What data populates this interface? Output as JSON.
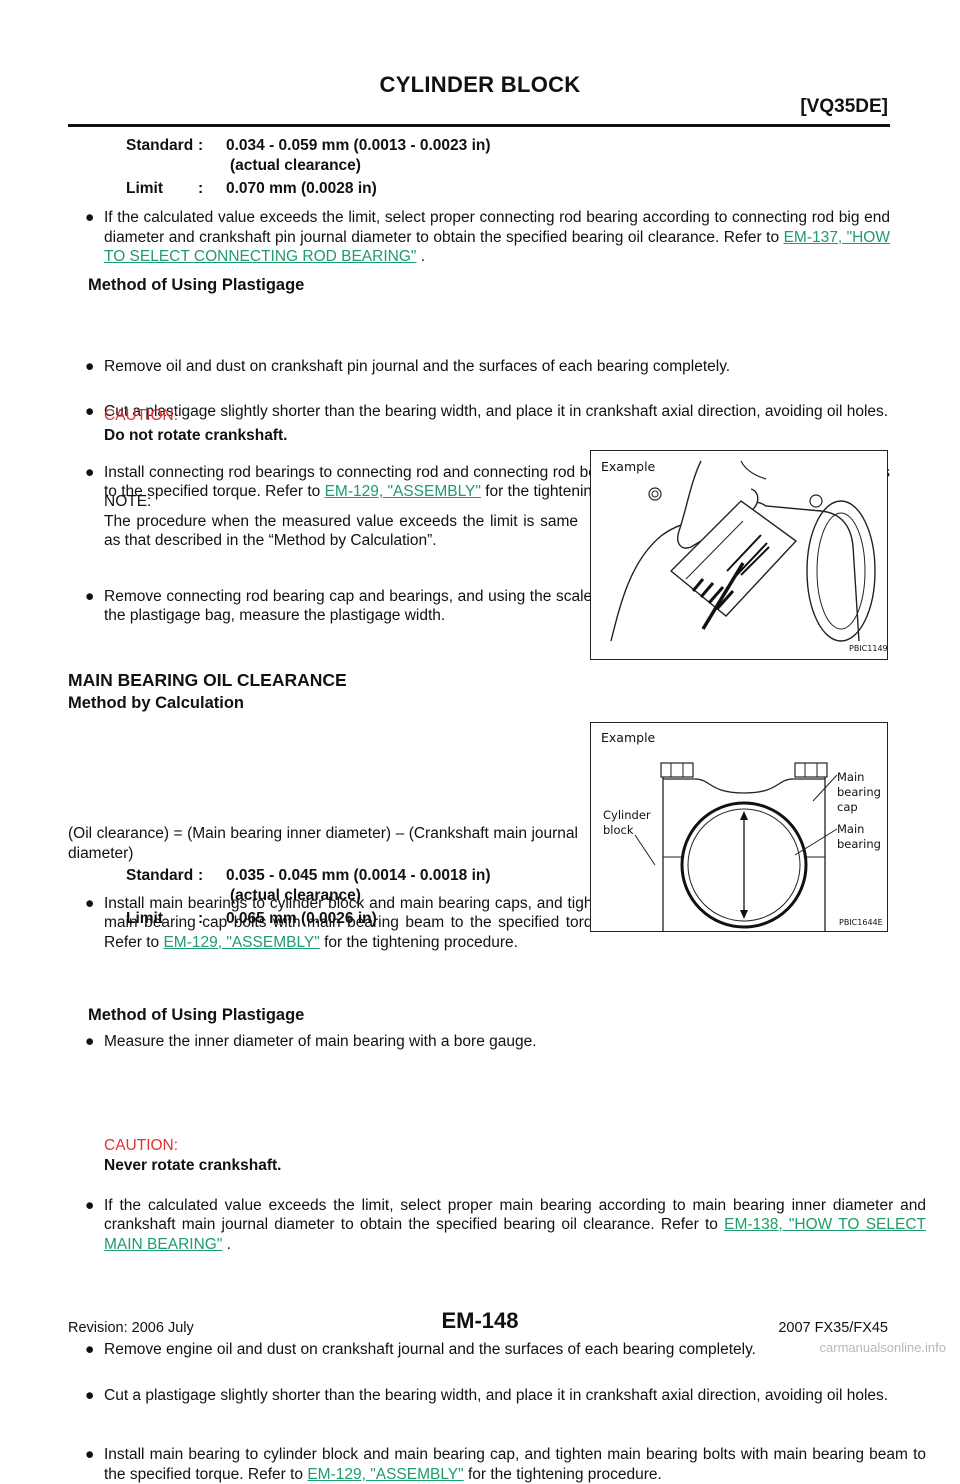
{
  "header": {
    "title": "CYLINDER BLOCK",
    "model": "[VQ35DE]"
  },
  "spec1": {
    "standard_key": "Standard",
    "standard_value": "0.034 - 0.059 mm (0.0013 - 0.0023 in)",
    "standard_note": "(actual clearance)",
    "limit_key": "Limit",
    "limit_value": "0.070 mm (0.0028 in)",
    "colon": ":"
  },
  "para1": {
    "text": "If the calculated value exceeds the limit, select proper connecting rod bearing according to connecting rod big end diameter and crankshaft pin journal diameter to obtain the specified bearing oil clearance. Refer to ",
    "link": "EM-137, \"HOW TO SELECT CONNECTING ROD BEARING\"",
    "after": " ."
  },
  "section1": {
    "heading": "Method of Using Plastigage",
    "b1": "Remove oil and dust on crankshaft pin journal and the surfaces of each bearing completely.",
    "b2": "Cut a plastigage slightly shorter than the bearing width, and place it in crankshaft axial direction, avoiding oil holes.",
    "b3_text": "Install connecting rod bearings to connecting rod and connecting rod bearing cap, and tighten connecting rod bolts to the specified torque. Refer to ",
    "b3_link": "EM-129, \"ASSEMBLY\"",
    "b3_after": " for the tightening procedure.",
    "caution_label": "CAUTION:",
    "caution_text": "Do not rotate crankshaft.",
    "b4": "Remove connecting rod bearing cap and bearings, and using the scale on the plastigage bag, measure the plastigage width.",
    "note_label": "NOTE:",
    "note_text": "The procedure when the measured value exceeds the limit is same as that described in the “Method by Calculation”."
  },
  "figure1": {
    "label": "Example",
    "code": "PBIC1149E"
  },
  "section2": {
    "heading": "MAIN BEARING OIL CLEARANCE",
    "subheading": "Method by Calculation",
    "b1_text": "Install main bearings to cylinder block and main bearing caps, and tighten main bearing cap bolts with main bearing beam to the specified torque. Refer to ",
    "b1_link": "EM-129, \"ASSEMBLY\"",
    "b1_after": " for the tightening procedure.",
    "b2": "Measure the inner diameter of main bearing with a bore gauge.",
    "formula": "(Oil clearance) = (Main bearing inner diameter) – (Crankshaft main journal diameter)"
  },
  "figure2": {
    "label": "Example",
    "code": "PBIC1644E",
    "cyl_line1": "Cylinder",
    "cyl_line2": "block",
    "cap_line1": "Main",
    "cap_line2": "bearing",
    "cap_line3": "cap",
    "brg_line1": "Main",
    "brg_line2": "bearing"
  },
  "spec2": {
    "standard_key": "Standard",
    "standard_value": "0.035 - 0.045 mm (0.0014 - 0.0018 in)",
    "standard_note": "(actual clearance)",
    "limit_key": "Limit",
    "limit_value": "0.065 mm (0.0026 in)",
    "colon": ":"
  },
  "para2": {
    "text": "If the calculated value exceeds the limit, select proper main bearing according to main bearing inner diameter and crankshaft main journal diameter to obtain the specified bearing oil clearance. Refer to ",
    "link": "EM-138, \"HOW TO SELECT MAIN BEARING\"",
    "after": " ."
  },
  "section3": {
    "heading": "Method of Using Plastigage",
    "b1": "Remove engine oil and dust on crankshaft journal and the surfaces of each bearing completely.",
    "b2": "Cut a plastigage slightly shorter than the bearing width, and place it in crankshaft axial direction, avoiding oil holes.",
    "b3_text": "Install main bearing to cylinder block and main bearing cap, and tighten main bearing bolts with main bearing beam to the specified torque. Refer to ",
    "b3_link": "EM-129, \"ASSEMBLY\"",
    "b3_after": " for the tightening procedure.",
    "caution_label": "CAUTION:",
    "caution_text": "Never rotate crankshaft."
  },
  "footer": {
    "revision": "Revision: 2006 July",
    "page": "EM-148",
    "model": "2007 FX35/FX45",
    "watermark": "carmanualsonline.info"
  },
  "bullet_glyph": "●"
}
